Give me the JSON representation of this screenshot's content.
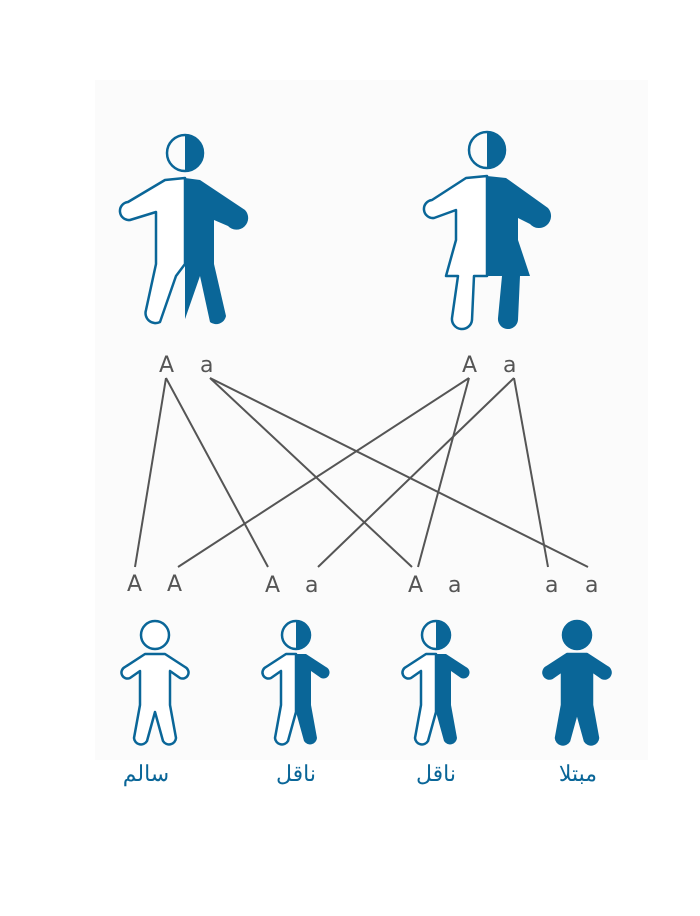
{
  "colors": {
    "carrier_blue": "#0a6698",
    "line_gray": "#555555",
    "background": "#fbfbfb"
  },
  "parents": [
    {
      "name": "father",
      "state": "half-filled",
      "alleles": [
        "A",
        "a"
      ]
    },
    {
      "name": "mother",
      "state": "half-filled",
      "alleles": [
        "A",
        "a"
      ]
    }
  ],
  "offspring": [
    {
      "alleles": [
        "A",
        "A"
      ],
      "state": "outline",
      "status": "سالم"
    },
    {
      "alleles": [
        "A",
        "a"
      ],
      "state": "half-filled",
      "status": "ناقل"
    },
    {
      "alleles": [
        "A",
        "a"
      ],
      "state": "half-filled",
      "status": "ناقل"
    },
    {
      "alleles": [
        "a",
        "a"
      ],
      "state": "filled",
      "status": "مبتلا"
    }
  ]
}
